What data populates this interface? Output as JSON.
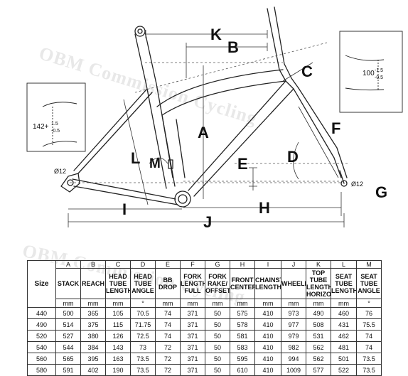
{
  "watermark": {
    "top": "OBM Commission Cycling",
    "bottom": "OBM Commission Cycling"
  },
  "diagram": {
    "labels": {
      "K": "K",
      "B": "B",
      "C": "C",
      "A": "A",
      "F": "F",
      "L": "L",
      "M": "M",
      "E": "E",
      "D": "D",
      "I": "I",
      "H": "H",
      "J": "J",
      "G": "G"
    },
    "left_inset": {
      "dim_main": "142+",
      "dim_sup": "1.5",
      "dim_sub": "-0.5"
    },
    "right_inset": {
      "dim_main": "100",
      "dim_sup": "-1.5",
      "dim_sub": "-0.5"
    },
    "dropout_left": "Ø12",
    "dropout_right": "Ø12"
  },
  "table": {
    "letters": [
      "A",
      "B",
      "C",
      "D",
      "E",
      "F",
      "G",
      "H",
      "I",
      "J",
      "K",
      "L",
      "M"
    ],
    "size_header": "Size",
    "headers": [
      "STACK",
      "REACH",
      "HEAD TUBE LENGTH",
      "HEAD TUBE ANGLE",
      "BB DROP",
      "FORK LENGTH FULL",
      "FORK RAKE/ OFFSET",
      "FRONT CENTER",
      "CHAINSTAY LENGTH",
      "WHEELBASE",
      "TOP TUBE LENGTH HORIZONTAL",
      "SEAT TUBE LENGTH",
      "SEAT TUBE ANGLE"
    ],
    "units": [
      "mm",
      "mm",
      "mm",
      "°",
      "mm",
      "mm",
      "mm",
      "mm",
      "mm",
      "mm",
      "mm",
      "mm",
      "°"
    ],
    "rows": [
      [
        "440",
        "500",
        "365",
        "105",
        "70.5",
        "74",
        "371",
        "50",
        "575",
        "410",
        "973",
        "490",
        "460",
        "76"
      ],
      [
        "490",
        "514",
        "375",
        "115",
        "71.75",
        "74",
        "371",
        "50",
        "578",
        "410",
        "977",
        "508",
        "431",
        "75.5"
      ],
      [
        "520",
        "527",
        "380",
        "126",
        "72.5",
        "74",
        "371",
        "50",
        "581",
        "410",
        "979",
        "531",
        "462",
        "74"
      ],
      [
        "540",
        "544",
        "384",
        "143",
        "73",
        "72",
        "371",
        "50",
        "583",
        "410",
        "982",
        "562",
        "481",
        "74"
      ],
      [
        "560",
        "565",
        "395",
        "163",
        "73.5",
        "72",
        "371",
        "50",
        "595",
        "410",
        "994",
        "562",
        "501",
        "73.5"
      ],
      [
        "580",
        "591",
        "402",
        "190",
        "73.5",
        "72",
        "371",
        "50",
        "610",
        "410",
        "1009",
        "577",
        "522",
        "73.5"
      ]
    ]
  }
}
